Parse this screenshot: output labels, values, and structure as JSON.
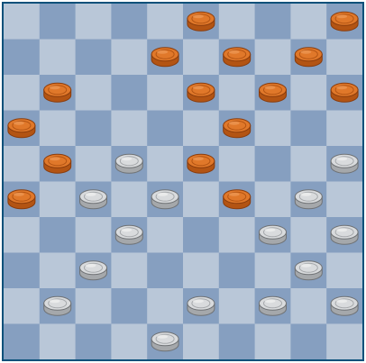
{
  "game": "checkers",
  "board": {
    "size": 10,
    "colors": {
      "light_square": "#b9c7d8",
      "dark_square": "#869fc0",
      "border": "#08507a"
    }
  },
  "piece_colors": {
    "orange": {
      "top": "#e0782a",
      "side": "#b35413",
      "rim": "#8a3c0c",
      "highlight": "#f0a060"
    },
    "white": {
      "top": "#d9dbdd",
      "side": "#a5a8ab",
      "rim": "#6f7275",
      "highlight": "#f5f5f5"
    }
  },
  "pieces": [
    {
      "color": "orange",
      "row": 0,
      "col": 5
    },
    {
      "color": "orange",
      "row": 0,
      "col": 9
    },
    {
      "color": "orange",
      "row": 1,
      "col": 4
    },
    {
      "color": "orange",
      "row": 1,
      "col": 6
    },
    {
      "color": "orange",
      "row": 1,
      "col": 8
    },
    {
      "color": "orange",
      "row": 2,
      "col": 1
    },
    {
      "color": "orange",
      "row": 2,
      "col": 5
    },
    {
      "color": "orange",
      "row": 2,
      "col": 7
    },
    {
      "color": "orange",
      "row": 2,
      "col": 9
    },
    {
      "color": "orange",
      "row": 3,
      "col": 0
    },
    {
      "color": "orange",
      "row": 3,
      "col": 6
    },
    {
      "color": "orange",
      "row": 4,
      "col": 1
    },
    {
      "color": "white",
      "row": 4,
      "col": 3
    },
    {
      "color": "orange",
      "row": 4,
      "col": 5
    },
    {
      "color": "white",
      "row": 4,
      "col": 9
    },
    {
      "color": "orange",
      "row": 5,
      "col": 0
    },
    {
      "color": "white",
      "row": 5,
      "col": 2
    },
    {
      "color": "white",
      "row": 5,
      "col": 4
    },
    {
      "color": "orange",
      "row": 5,
      "col": 6
    },
    {
      "color": "white",
      "row": 5,
      "col": 8
    },
    {
      "color": "white",
      "row": 6,
      "col": 3
    },
    {
      "color": "white",
      "row": 6,
      "col": 7
    },
    {
      "color": "white",
      "row": 6,
      "col": 9
    },
    {
      "color": "white",
      "row": 7,
      "col": 2
    },
    {
      "color": "white",
      "row": 7,
      "col": 8
    },
    {
      "color": "white",
      "row": 8,
      "col": 1
    },
    {
      "color": "white",
      "row": 8,
      "col": 5
    },
    {
      "color": "white",
      "row": 8,
      "col": 7
    },
    {
      "color": "white",
      "row": 8,
      "col": 9
    },
    {
      "color": "white",
      "row": 9,
      "col": 4
    }
  ]
}
